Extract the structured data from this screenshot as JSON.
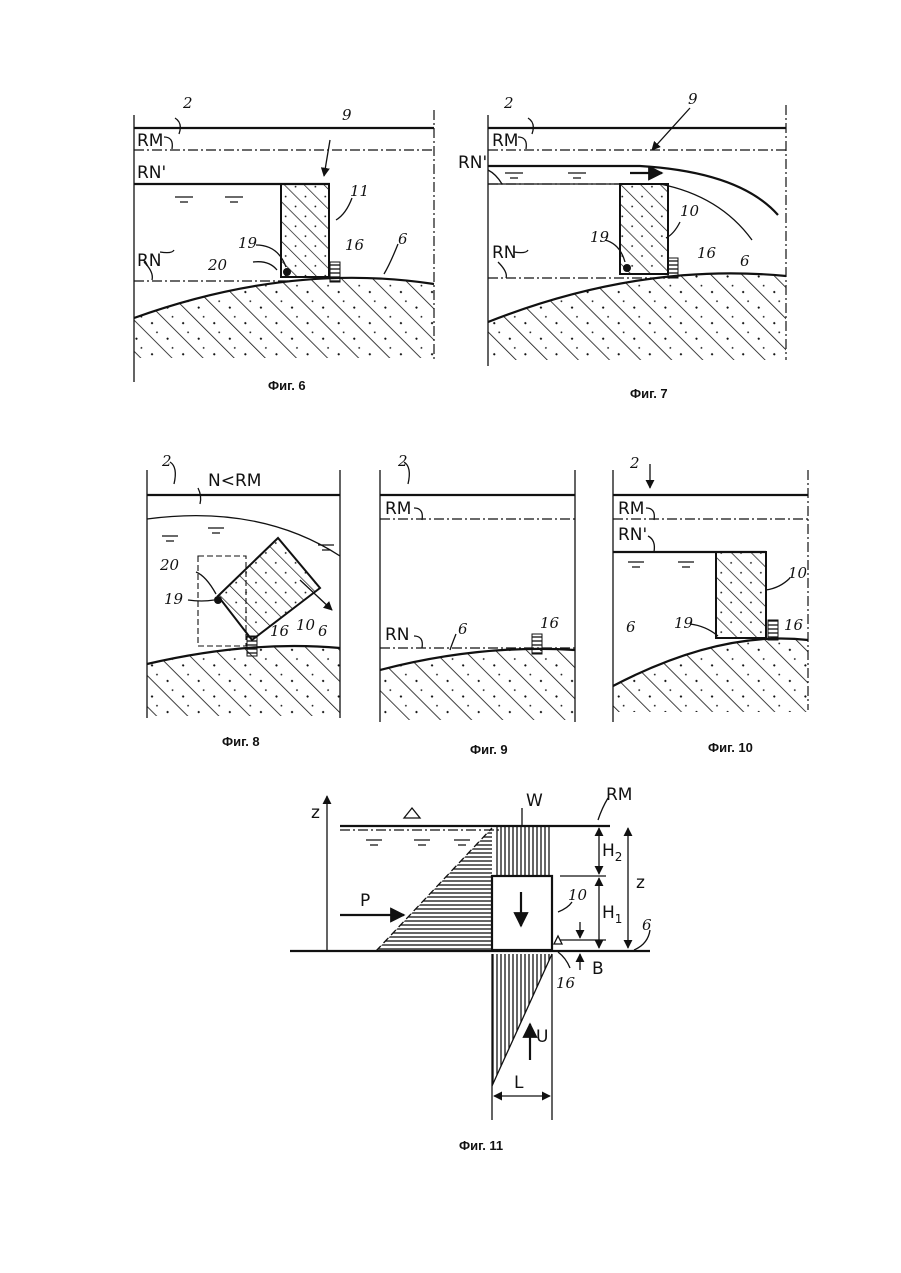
{
  "figures": [
    {
      "caption": "Фиг. 6",
      "labels": {
        "ref2": "2",
        "rm": "RM",
        "rn_prime": "RN'",
        "rn": "RN",
        "ref9": "9",
        "ref11": "11",
        "ref19": "19",
        "ref20": "20",
        "ref16": "16",
        "ref6": "6"
      }
    },
    {
      "caption": "Фиг. 7",
      "labels": {
        "ref2": "2",
        "rm": "RM",
        "rn_prime": "RN'",
        "rn": "RN",
        "ref9": "9",
        "ref10": "10",
        "ref19": "19",
        "ref16": "16",
        "ref6": "6"
      }
    },
    {
      "caption": "Фиг. 8",
      "labels": {
        "ref2": "2",
        "level": "N<RM",
        "ref20": "20",
        "ref19": "19",
        "ref10": "10",
        "ref16": "16",
        "ref6": "6"
      }
    },
    {
      "caption": "Фиг. 9",
      "labels": {
        "ref2": "2",
        "rm": "RM",
        "rn": "RN",
        "ref6": "6",
        "ref16": "16"
      }
    },
    {
      "caption": "Фиг. 10",
      "labels": {
        "ref2": "2",
        "rm": "RM",
        "rn_prime": "RN'",
        "ref10": "10",
        "ref6": "6",
        "ref19": "19",
        "ref16": "16"
      }
    },
    {
      "caption": "Фиг. 11",
      "labels": {
        "z_axis": "z",
        "w": "W",
        "rm": "RM",
        "h2": "H",
        "h2_sub": "2",
        "h1": "H",
        "h1_sub": "1",
        "z_right": "z",
        "p": "P",
        "ref10": "10",
        "ref6": "6",
        "b": "B",
        "ref16": "16",
        "u": "U",
        "l": "L"
      }
    }
  ]
}
